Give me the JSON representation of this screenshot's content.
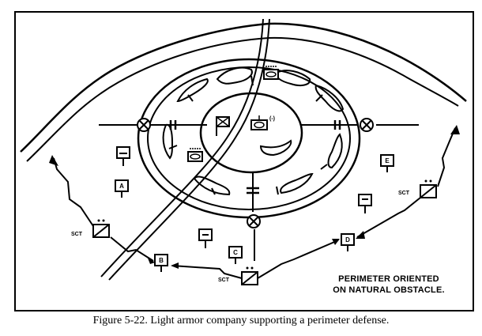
{
  "figure": {
    "caption": "Figure 5-22. Light armor company supporting a perimeter defense.",
    "note_line1": "PERIMETER ORIENTED",
    "note_line2": "ON NATURAL OBSTACLE."
  },
  "units": {
    "A": "A",
    "B": "B",
    "C": "C",
    "D": "D",
    "E": "E",
    "sct": "SCT",
    "hq_reduced": "(-)"
  },
  "colors": {
    "ink": "#000000",
    "paper": "#ffffff"
  }
}
